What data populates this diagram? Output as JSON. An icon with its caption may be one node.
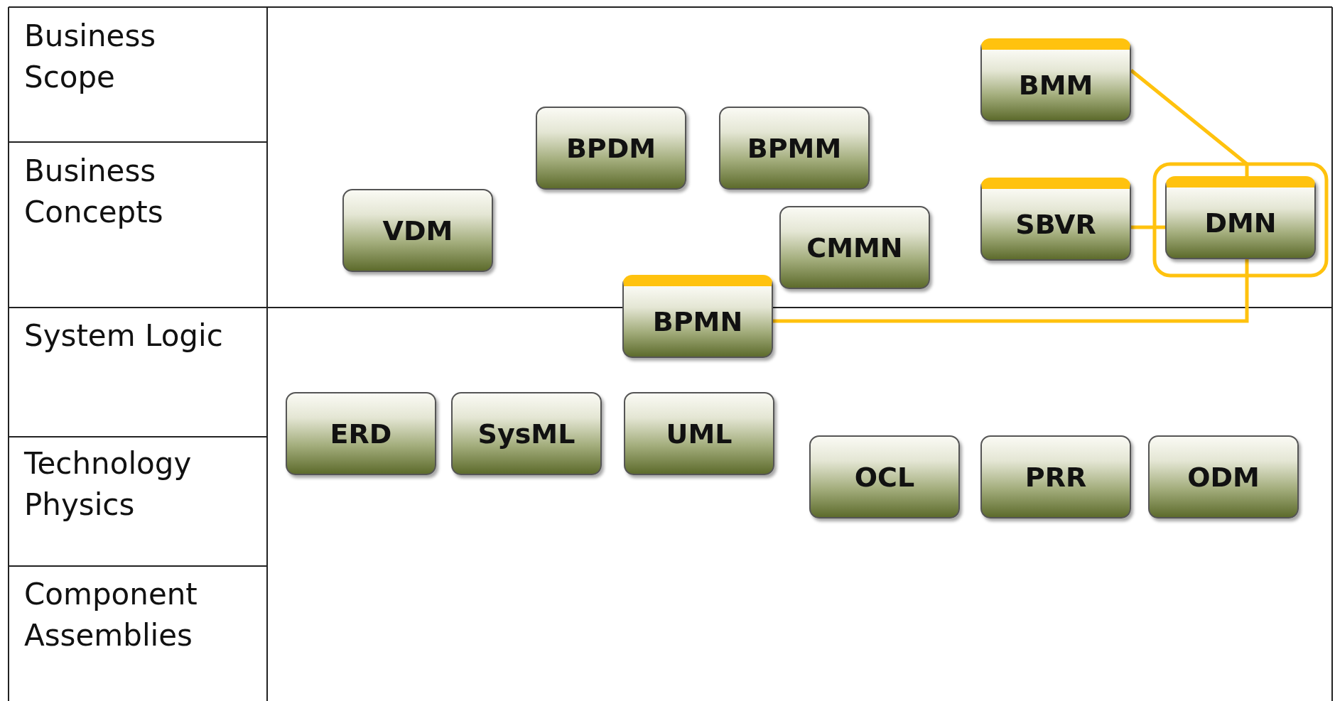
{
  "diagram": {
    "nodes": [
      {
        "text": [
          "BMM"
        ]
      },
      {
        "text": [
          "BPDM"
        ]
      },
      {
        "text": [
          "BPMM"
        ]
      },
      {
        "text": [
          "VDM"
        ]
      },
      {
        "text": [
          "CMMN"
        ]
      },
      {
        "text": [
          "SBVR"
        ]
      },
      {
        "text": [
          "DMN"
        ]
      },
      {
        "text": [
          "BPMN"
        ]
      },
      {
        "text": [
          "ERD"
        ]
      },
      {
        "text": [
          "SysML"
        ]
      },
      {
        "text": [
          "UML"
        ]
      },
      {
        "text": [
          "OCL"
        ]
      },
      {
        "text": [
          "PRR"
        ]
      },
      {
        "text": [
          "ODM"
        ]
      }
    ],
    "edges": [
      {
        "from": 0,
        "to": 6,
        "arrow": "none"
      },
      {
        "from": 5,
        "to": 6,
        "arrow": "none"
      },
      {
        "from": 6,
        "to": 7,
        "arrow": "none"
      }
    ],
    "labels": [
      "Business Scope",
      "Business Concepts",
      "System Logic",
      "Technology Physics",
      "Component Assemblies"
    ]
  }
}
